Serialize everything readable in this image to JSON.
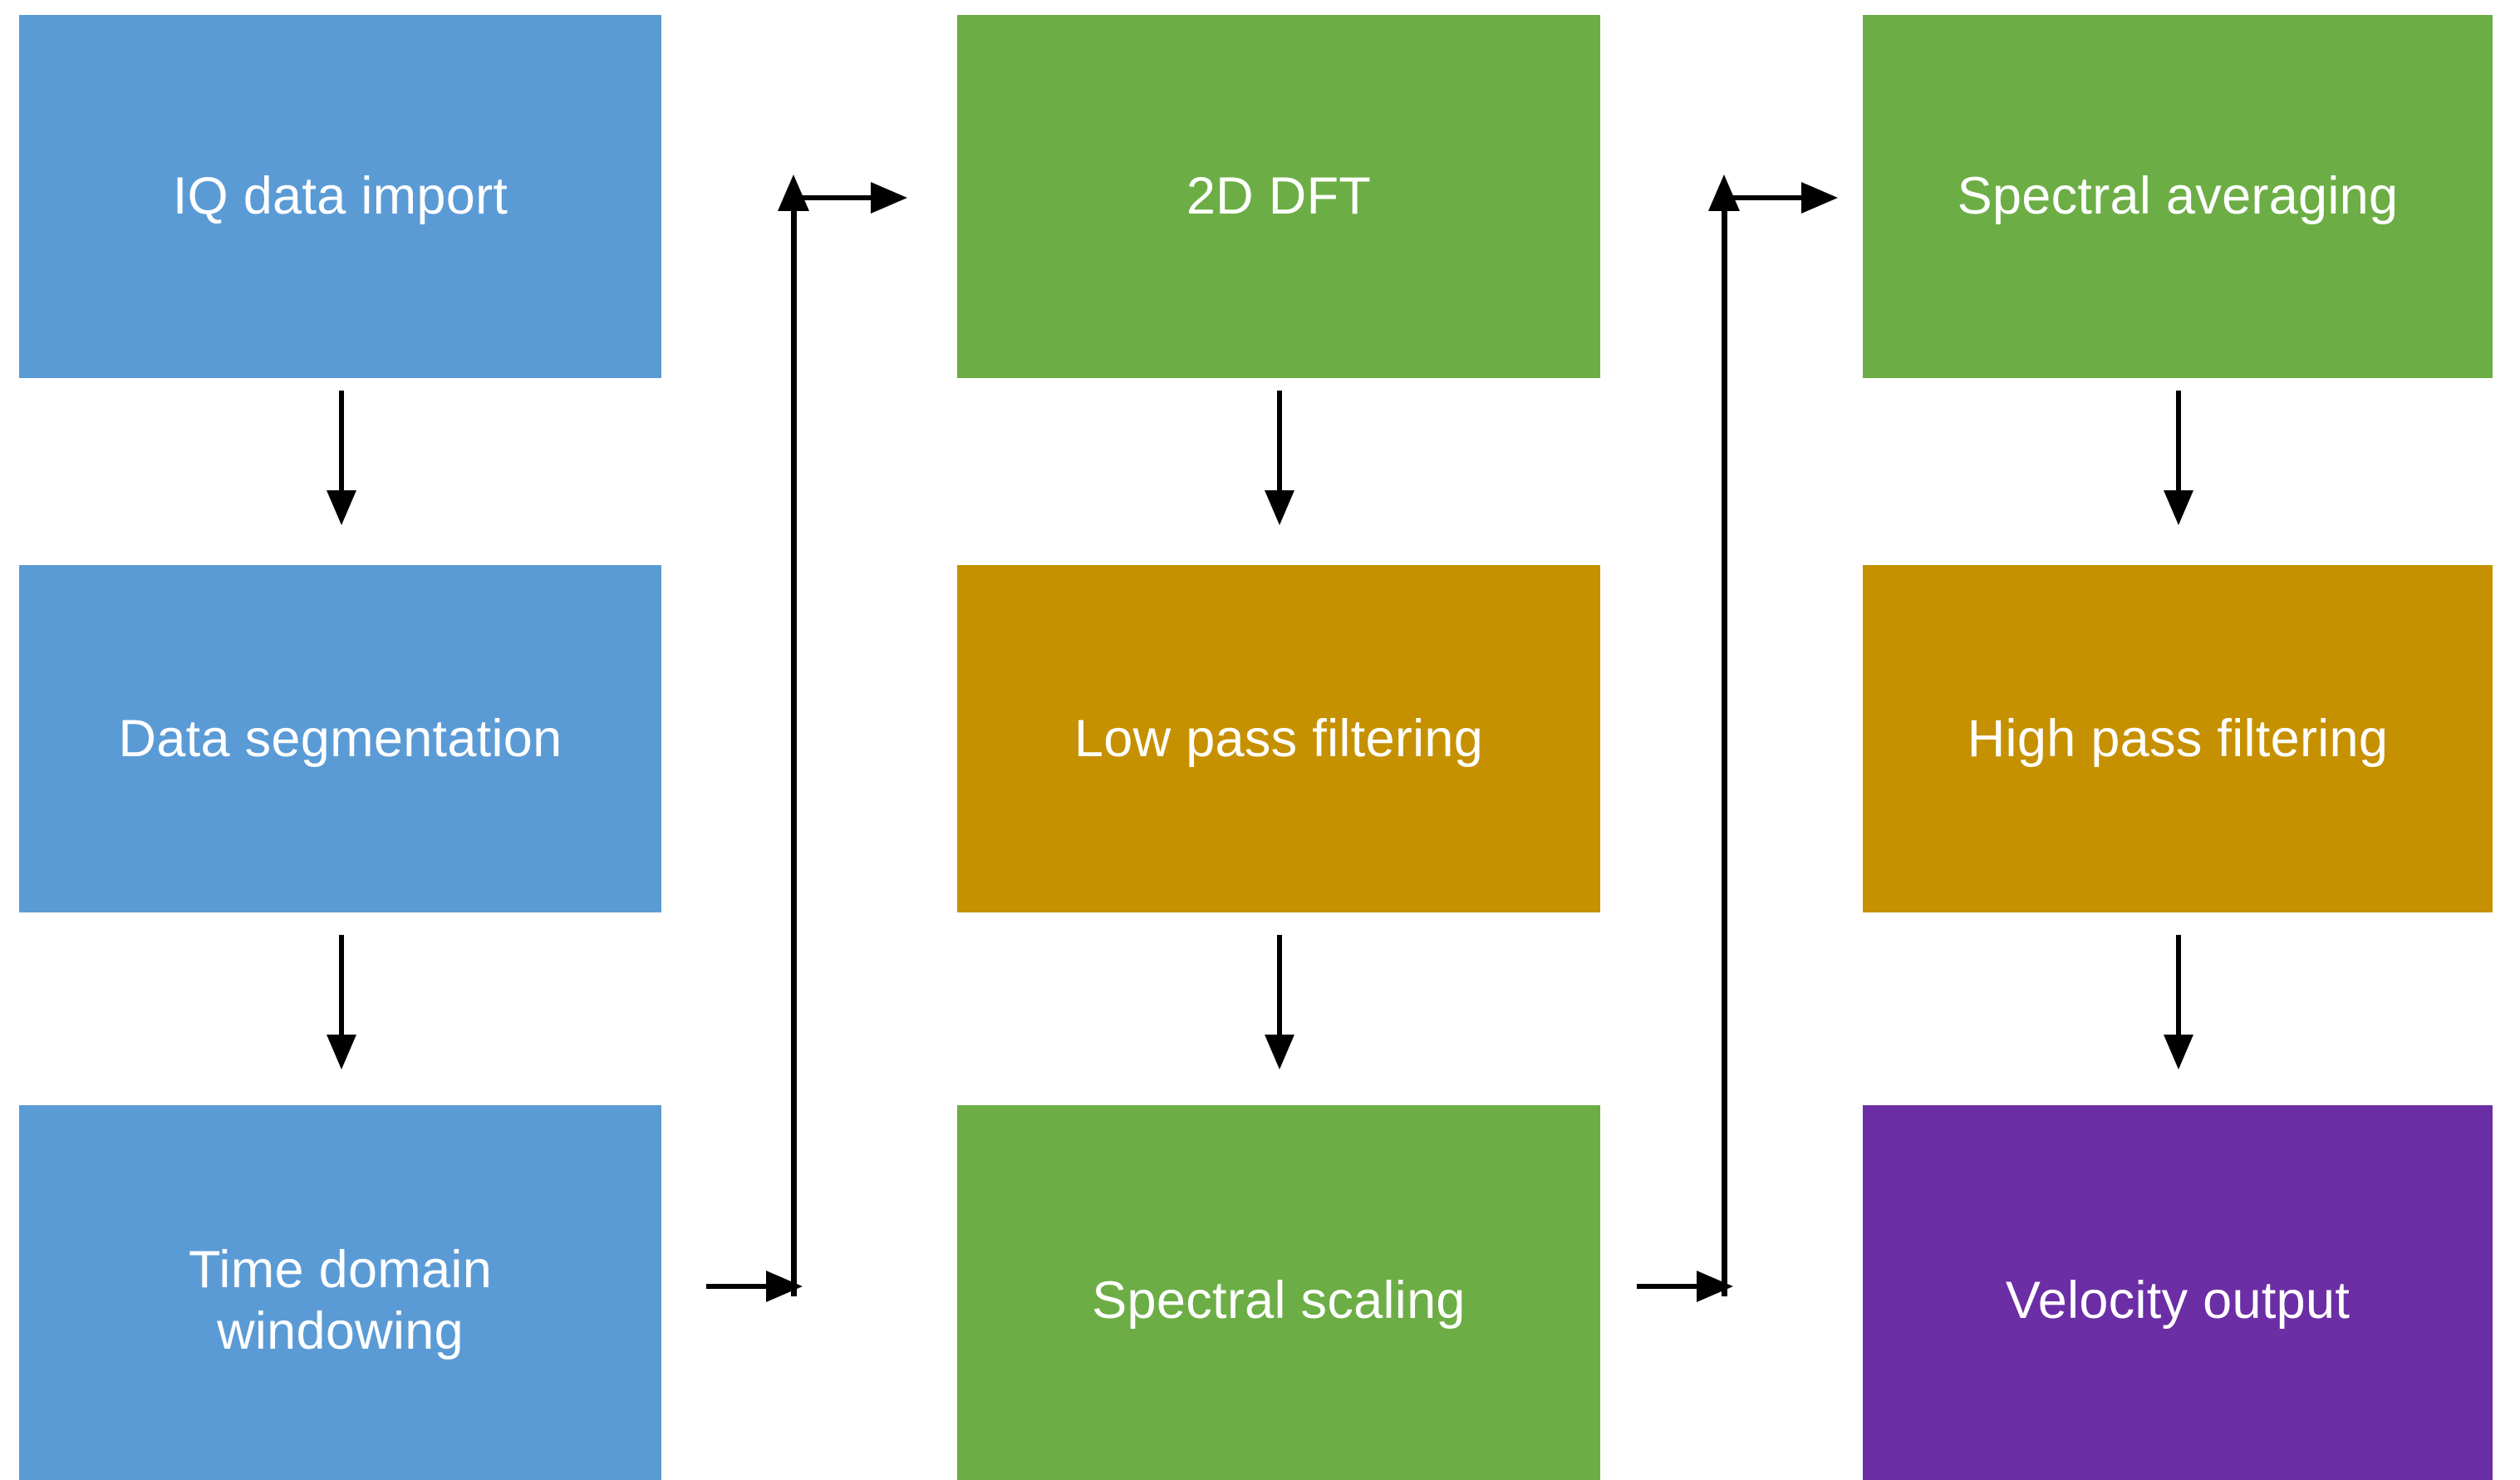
{
  "diagram": {
    "title": "Doppler IQ signal processing pipeline flowchart",
    "type": "flowchart",
    "background_color": "#FFFFFF",
    "palette": {
      "blue": "#5B9BD5",
      "green": "#6CAE45",
      "gold": "#C69100",
      "purple": "#6C2EA5",
      "arrow": "#000000",
      "node_text": "#FFFFFF"
    },
    "columns": [
      {
        "id": "column-1",
        "nodes": [
          {
            "id": "iq-data-import",
            "label": "IQ data import",
            "color_key": "blue",
            "color": "#5B9BD5"
          },
          {
            "id": "data-segmentation",
            "label": "Data segmentation",
            "color_key": "blue",
            "color": "#5B9BD5"
          },
          {
            "id": "time-domain-windowing",
            "label": "Time domain\nwindowing",
            "color_key": "blue",
            "color": "#5B9BD5"
          }
        ]
      },
      {
        "id": "column-2",
        "nodes": [
          {
            "id": "2d-dft",
            "label": "2D DFT",
            "color_key": "green",
            "color": "#6CAE45"
          },
          {
            "id": "low-pass-filtering",
            "label": "Low pass filtering",
            "color_key": "gold",
            "color": "#C69100"
          },
          {
            "id": "spectral-scaling",
            "label": "Spectral scaling",
            "color_key": "green",
            "color": "#6CAE45"
          }
        ]
      },
      {
        "id": "column-3",
        "nodes": [
          {
            "id": "spectral-averaging",
            "label": "Spectral averaging",
            "color_key": "green",
            "color": "#6CAE45"
          },
          {
            "id": "high-pass-filtering",
            "label": "High pass filtering",
            "color_key": "gold",
            "color": "#C69100"
          },
          {
            "id": "velocity-output",
            "label": "Velocity output",
            "color_key": "purple",
            "color": "#6C2EA5"
          }
        ]
      }
    ],
    "edges": [
      {
        "id": "edge-1",
        "from": "iq-data-import",
        "to": "data-segmentation",
        "style": "down-arrow"
      },
      {
        "id": "edge-2",
        "from": "data-segmentation",
        "to": "time-domain-windowing",
        "style": "down-arrow"
      },
      {
        "id": "edge-3",
        "from": "time-domain-windowing",
        "to": "2d-dft",
        "style": "up-and-over"
      },
      {
        "id": "edge-4",
        "from": "2d-dft",
        "to": "low-pass-filtering",
        "style": "down-arrow"
      },
      {
        "id": "edge-5",
        "from": "low-pass-filtering",
        "to": "spectral-scaling",
        "style": "down-arrow"
      },
      {
        "id": "edge-6",
        "from": "spectral-scaling",
        "to": "spectral-averaging",
        "style": "up-and-over"
      },
      {
        "id": "edge-7",
        "from": "spectral-averaging",
        "to": "high-pass-filtering",
        "style": "down-arrow"
      },
      {
        "id": "edge-8",
        "from": "high-pass-filtering",
        "to": "velocity-output",
        "style": "down-arrow"
      }
    ]
  }
}
